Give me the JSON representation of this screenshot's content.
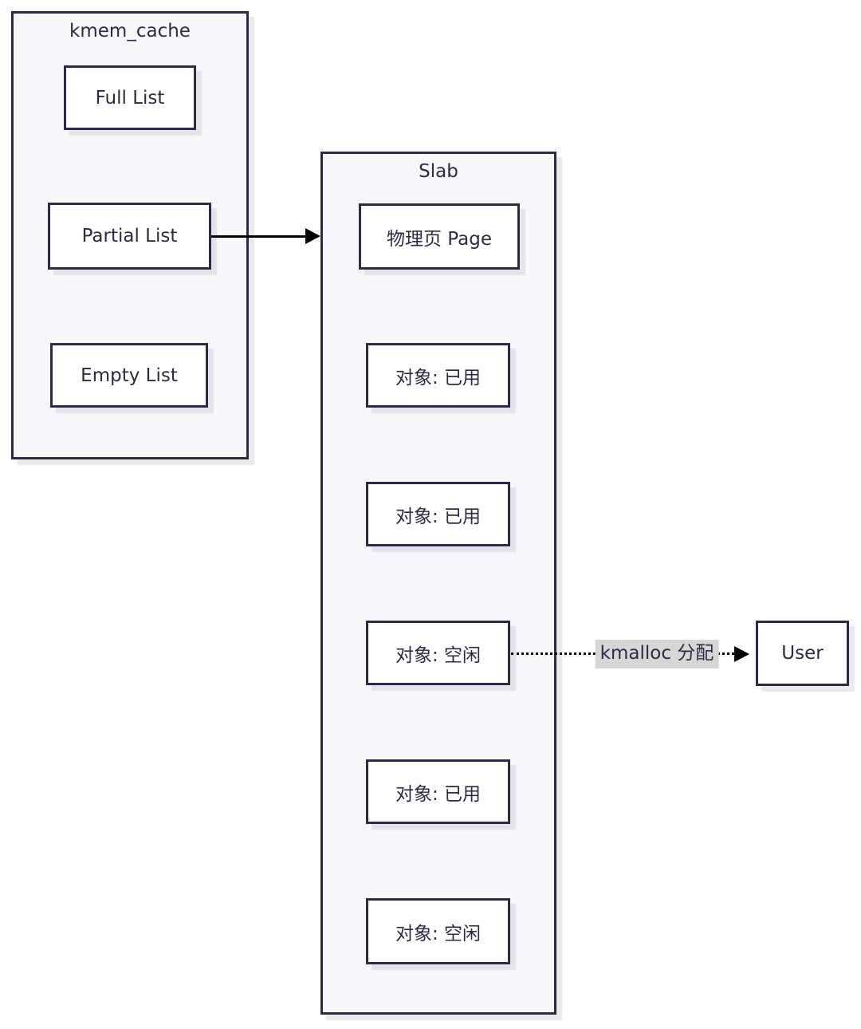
{
  "diagram": {
    "kmem_cache": {
      "title": "kmem_cache",
      "nodes": [
        {
          "label": "Full List"
        },
        {
          "label": "Partial List"
        },
        {
          "label": "Empty List"
        }
      ]
    },
    "slab": {
      "title": "Slab",
      "nodes": [
        {
          "label": "物理页 Page"
        },
        {
          "label": "对象: 已用"
        },
        {
          "label": "对象: 已用"
        },
        {
          "label": "对象: 空闲"
        },
        {
          "label": "对象: 已用"
        },
        {
          "label": "对象: 空闲"
        }
      ]
    },
    "user": {
      "label": "User"
    },
    "edges": {
      "partial_to_slab": {
        "style": "solid-arrow"
      },
      "kmalloc": {
        "label": "kmalloc 分配",
        "style": "dotted-arrow"
      }
    },
    "colors": {
      "border": "#2b2b43",
      "container_fill": "#f7f7fa",
      "node_fill": "#ffffff",
      "text": "#2b2b43",
      "arrow": "#000000",
      "edge_label_bg": "#d6d6d6",
      "page_bg": "#ffffff"
    }
  }
}
